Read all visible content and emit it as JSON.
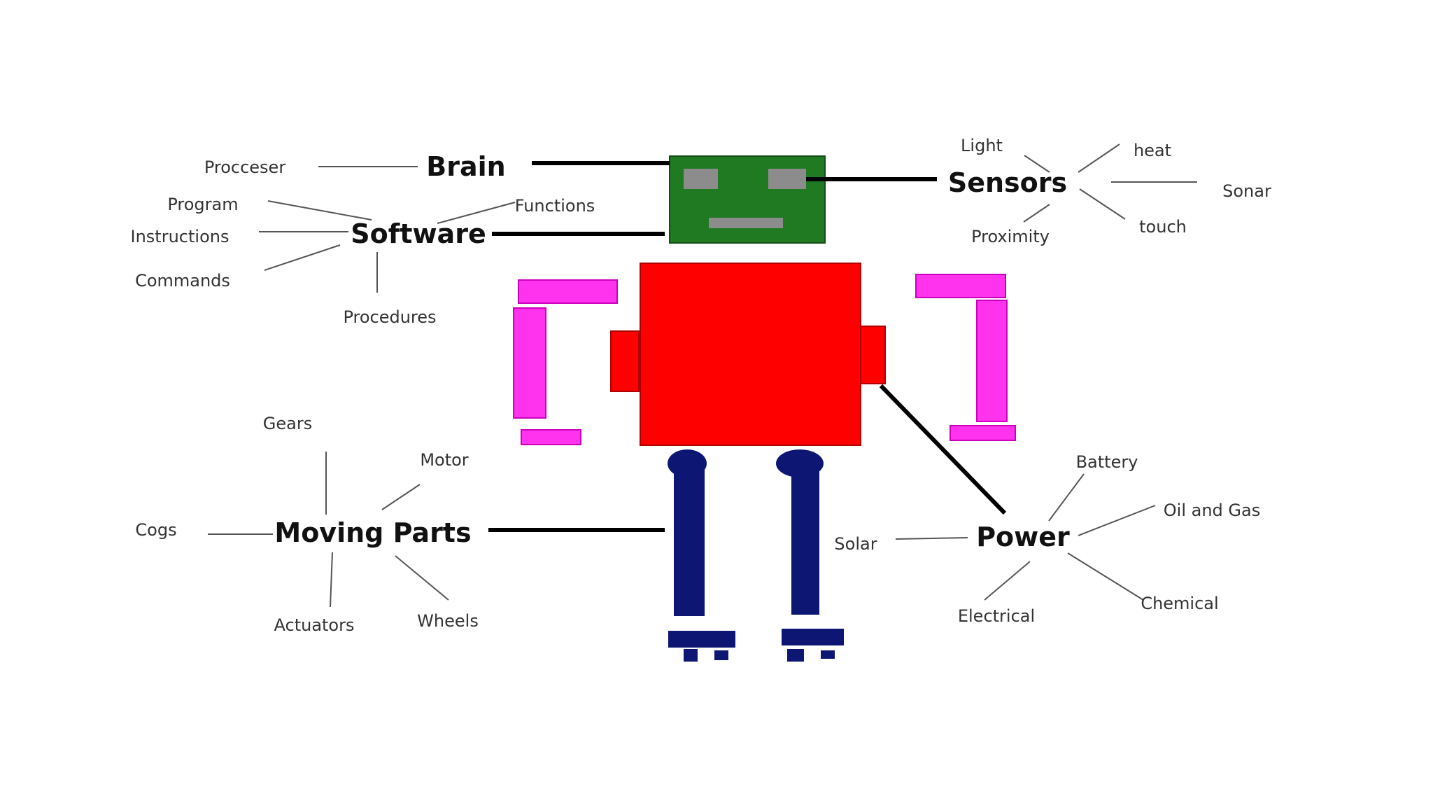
{
  "colors": {
    "background": "#ffffff",
    "head": "#1f7a22",
    "face_features": "#8c8c8c",
    "body": "#ff0000",
    "arms": "#ff33ee",
    "legs": "#0d1773",
    "connector": "#000000",
    "thin_line": "#555555"
  },
  "groups": {
    "brain": {
      "label": "Brain",
      "items": [
        "Procceser"
      ]
    },
    "software": {
      "label": "Software",
      "items": [
        "Program",
        "Instructions",
        "Commands",
        "Procedures",
        "Functions"
      ]
    },
    "sensors": {
      "label": "Sensors",
      "items": [
        "Light",
        "heat",
        "Sonar",
        "touch",
        "Proximity"
      ]
    },
    "moving_parts": {
      "label": "Moving Parts",
      "items": [
        "Gears",
        "Motor",
        "Cogs",
        "Actuators",
        "Wheels"
      ]
    },
    "power": {
      "label": "Power",
      "items": [
        "Battery",
        "Oil and Gas",
        "Solar",
        "Electrical",
        "Chemical"
      ]
    }
  }
}
